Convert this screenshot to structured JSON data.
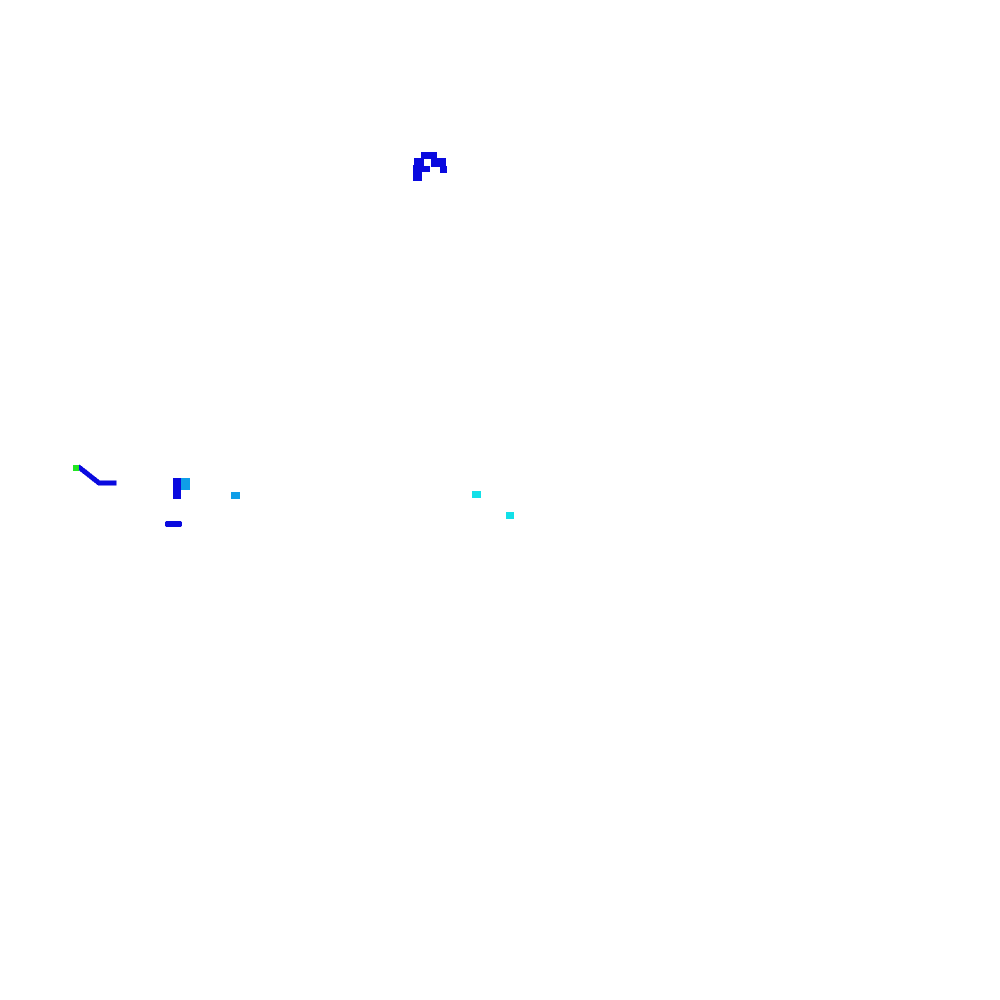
{
  "background": "#ffffff",
  "palette": {
    "blue": "#0a0adf",
    "sky_blue": "#0f9ee8",
    "cyan": "#12e0e8",
    "green": "#22e622"
  },
  "marks": [
    {
      "name": "blob-top",
      "color_key": "blue"
    },
    {
      "name": "stroke-left-diagonal",
      "color_key": "blue"
    },
    {
      "name": "dot-green",
      "color_key": "green"
    },
    {
      "name": "bar-vertical",
      "color_key": "blue"
    },
    {
      "name": "dot-sky-blue-near-bar",
      "color_key": "sky_blue"
    },
    {
      "name": "dash-bottom",
      "color_key": "blue"
    },
    {
      "name": "dot-sky-blue-small",
      "color_key": "sky_blue"
    },
    {
      "name": "dot-cyan-upper",
      "color_key": "cyan"
    },
    {
      "name": "dot-cyan-lower",
      "color_key": "cyan"
    }
  ]
}
